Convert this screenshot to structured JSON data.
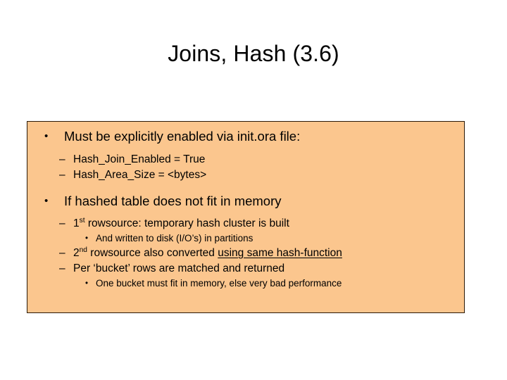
{
  "slide": {
    "title": "Joins, Hash (3.6)",
    "box": {
      "fill_color": "#fbc68e",
      "border_color": "#2b1a08"
    },
    "bullets": {
      "b1_marker": "•",
      "b1_text": "Must be explicitly enabled via init.ora file:",
      "b1s1_marker": "–",
      "b1s1_text": "Hash_Join_Enabled = True",
      "b1s2_marker": "–",
      "b1s2_text": "Hash_Area_Size = <bytes>",
      "b2_marker": "•",
      "b2_text": "If hashed table does not fit in memory",
      "b2s1_marker": "–",
      "b2s1_num": "1",
      "b2s1_sup": "st",
      "b2s1_text": " rowsource: temporary hash cluster is built",
      "b2s1a_marker": "•",
      "b2s1a_text": "And written to disk (I/O’s) in partitions",
      "b2s2_marker": "–",
      "b2s2_num": "2",
      "b2s2_sup": "nd",
      "b2s2_text_plain": " rowsource also converted ",
      "b2s2_text_underlined": "using same hash-function",
      "b2s3_marker": "–",
      "b2s3_text": "Per ‘bucket’ rows are matched and returned",
      "b2s3a_marker": "•",
      "b2s3a_text": "One bucket must fit in memory, else very bad performance"
    }
  }
}
